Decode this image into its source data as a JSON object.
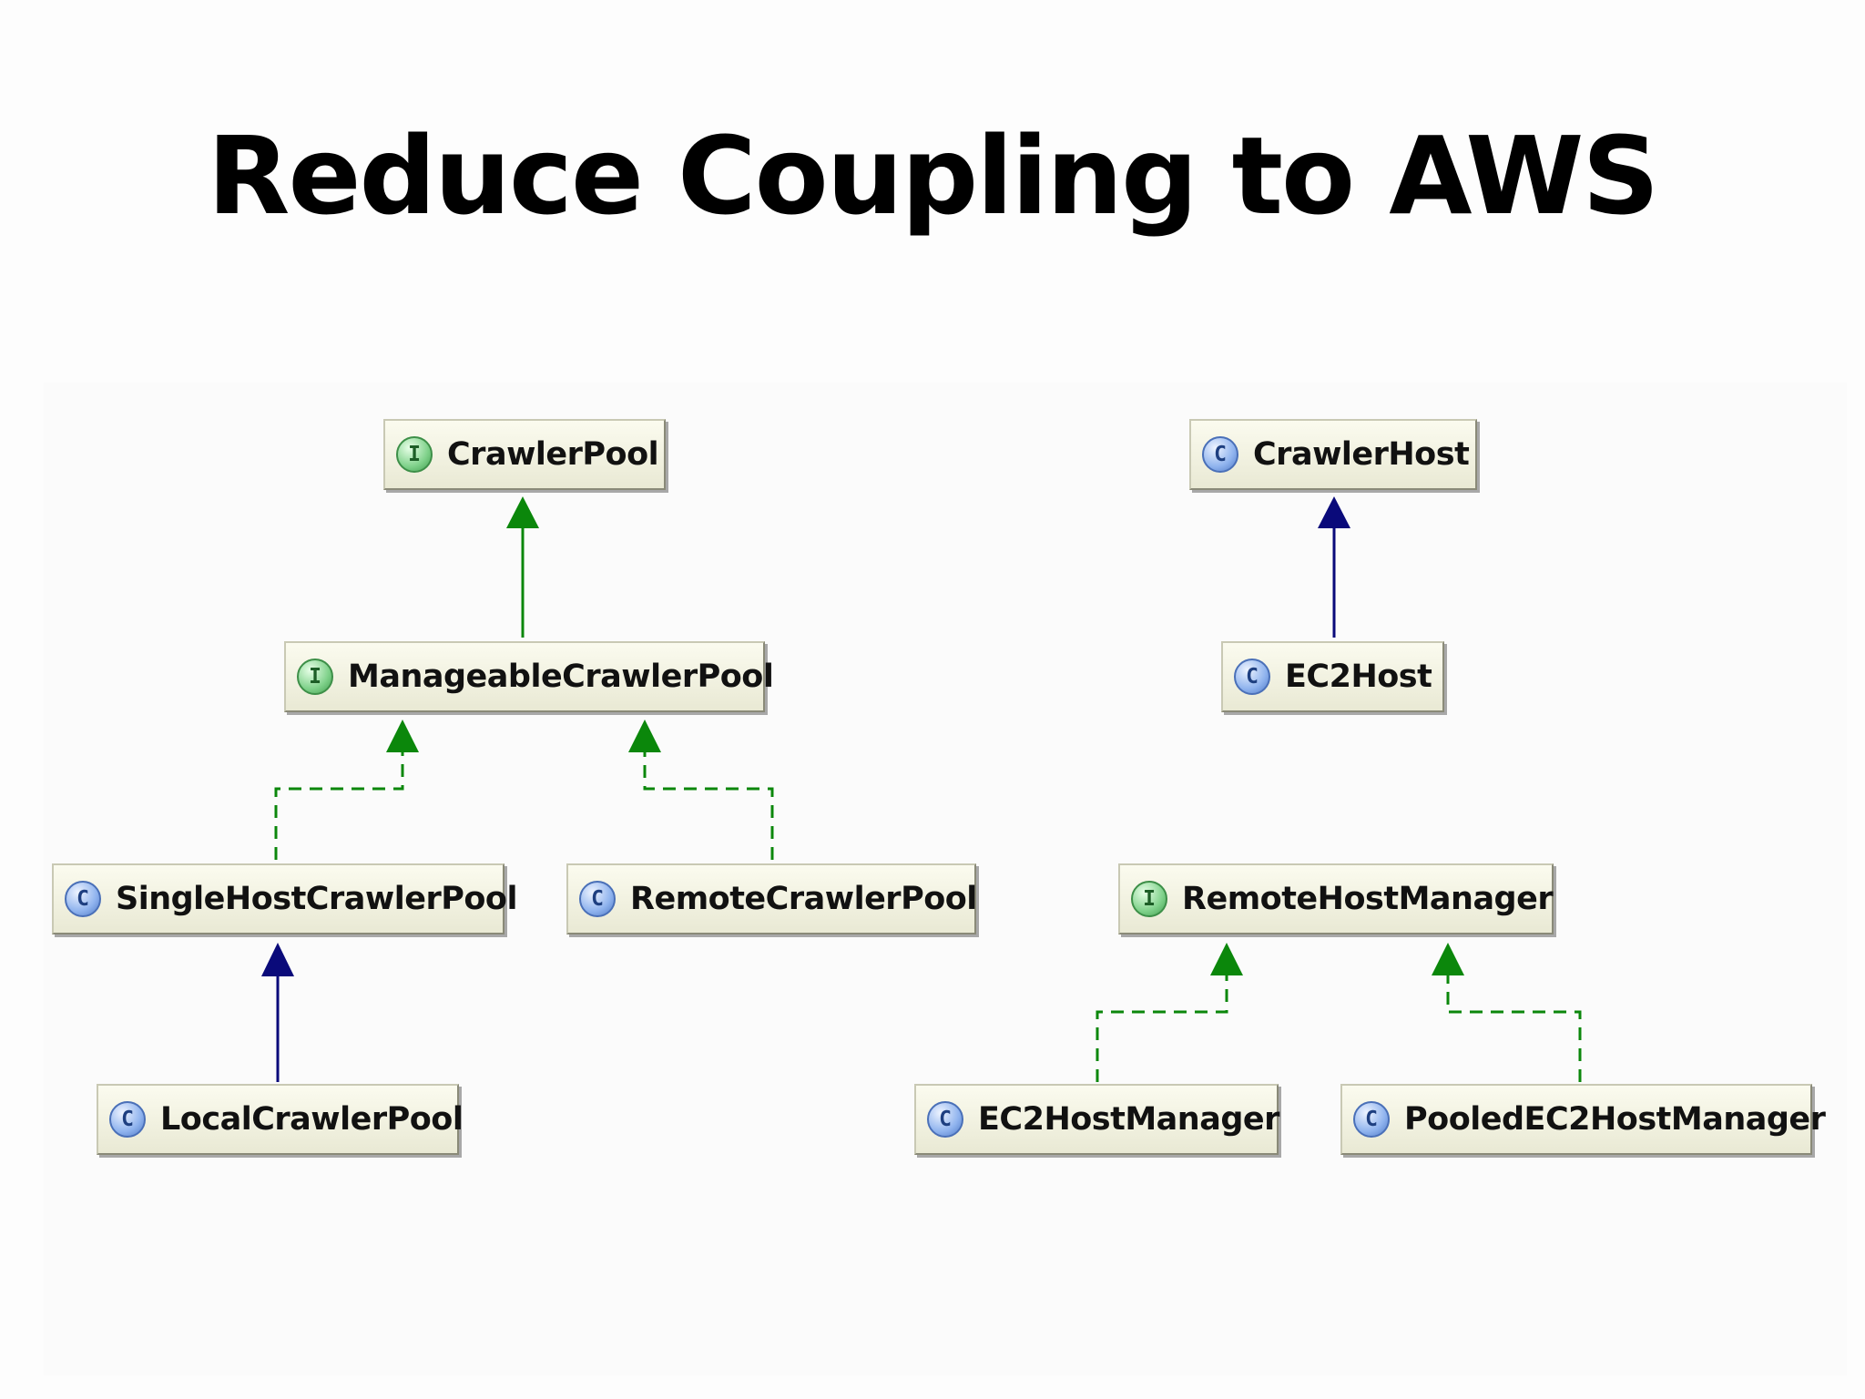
{
  "title": "Reduce Coupling to AWS",
  "badges": {
    "interface": "I",
    "class": "C"
  },
  "colors": {
    "extends_arrow": "#0a0a7a",
    "implements_arrow": "#0b870b",
    "interface_badge": "#7fd18a",
    "class_badge": "#8fb3ee",
    "node_fill": "#eeeedb"
  },
  "nodes": {
    "crawler_pool": {
      "label": "CrawlerPool",
      "kind": "interface"
    },
    "manageable_crawler_pool": {
      "label": "ManageableCrawlerPool",
      "kind": "interface"
    },
    "single_host_crawler_pool": {
      "label": "SingleHostCrawlerPool",
      "kind": "class"
    },
    "remote_crawler_pool": {
      "label": "RemoteCrawlerPool",
      "kind": "class"
    },
    "local_crawler_pool": {
      "label": "LocalCrawlerPool",
      "kind": "class"
    },
    "crawler_host": {
      "label": "CrawlerHost",
      "kind": "class"
    },
    "ec2_host": {
      "label": "EC2Host",
      "kind": "class"
    },
    "remote_host_manager": {
      "label": "RemoteHostManager",
      "kind": "interface"
    },
    "ec2_host_manager": {
      "label": "EC2HostManager",
      "kind": "class"
    },
    "pooled_ec2_host_manager": {
      "label": "PooledEC2HostManager",
      "kind": "class"
    }
  },
  "edges": [
    {
      "from": "manageable_crawler_pool",
      "to": "crawler_pool",
      "type": "extends-interface"
    },
    {
      "from": "single_host_crawler_pool",
      "to": "manageable_crawler_pool",
      "type": "implements"
    },
    {
      "from": "remote_crawler_pool",
      "to": "manageable_crawler_pool",
      "type": "implements"
    },
    {
      "from": "local_crawler_pool",
      "to": "single_host_crawler_pool",
      "type": "extends"
    },
    {
      "from": "ec2_host",
      "to": "crawler_host",
      "type": "extends"
    },
    {
      "from": "ec2_host_manager",
      "to": "remote_host_manager",
      "type": "implements"
    },
    {
      "from": "pooled_ec2_host_manager",
      "to": "remote_host_manager",
      "type": "implements"
    }
  ]
}
